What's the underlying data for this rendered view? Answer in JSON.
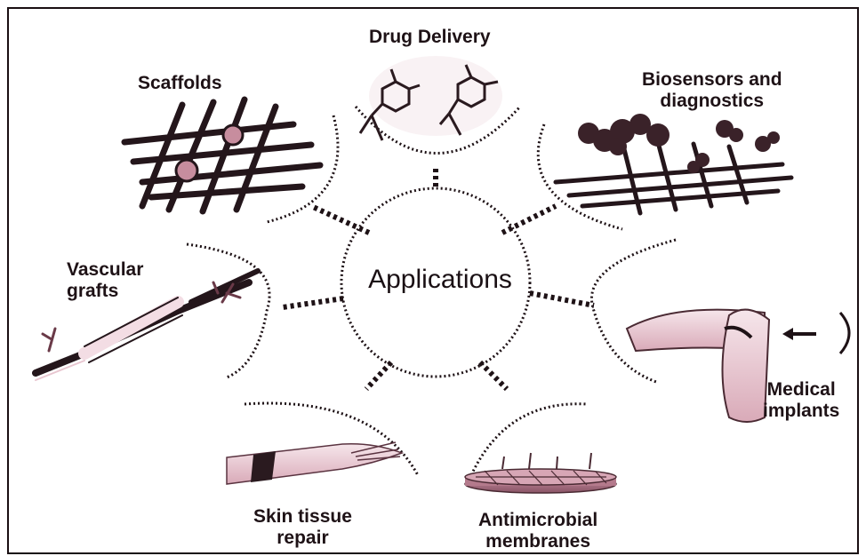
{
  "center": {
    "label": "Applications"
  },
  "applications": [
    {
      "id": "drug-delivery",
      "label": "Drug Delivery"
    },
    {
      "id": "scaffolds",
      "label": "Scaffolds"
    },
    {
      "id": "biosensors",
      "label_line1": "Biosensors and",
      "label_line2": "diagnostics"
    },
    {
      "id": "vascular-grafts",
      "label_line1": "Vascular",
      "label_line2": "grafts"
    },
    {
      "id": "medical-implants",
      "label_line1": "Medical",
      "label_line2": "implants"
    },
    {
      "id": "skin-tissue-repair",
      "label_line1": "Skin tissue",
      "label_line2": "repair"
    },
    {
      "id": "antimicrobial-membranes",
      "label_line1": "Antimicrobial",
      "label_line2": "membranes"
    }
  ],
  "colors": {
    "tint": "#e8c6d0",
    "ink": "#1e1216",
    "dark": "#2a1a1f"
  }
}
